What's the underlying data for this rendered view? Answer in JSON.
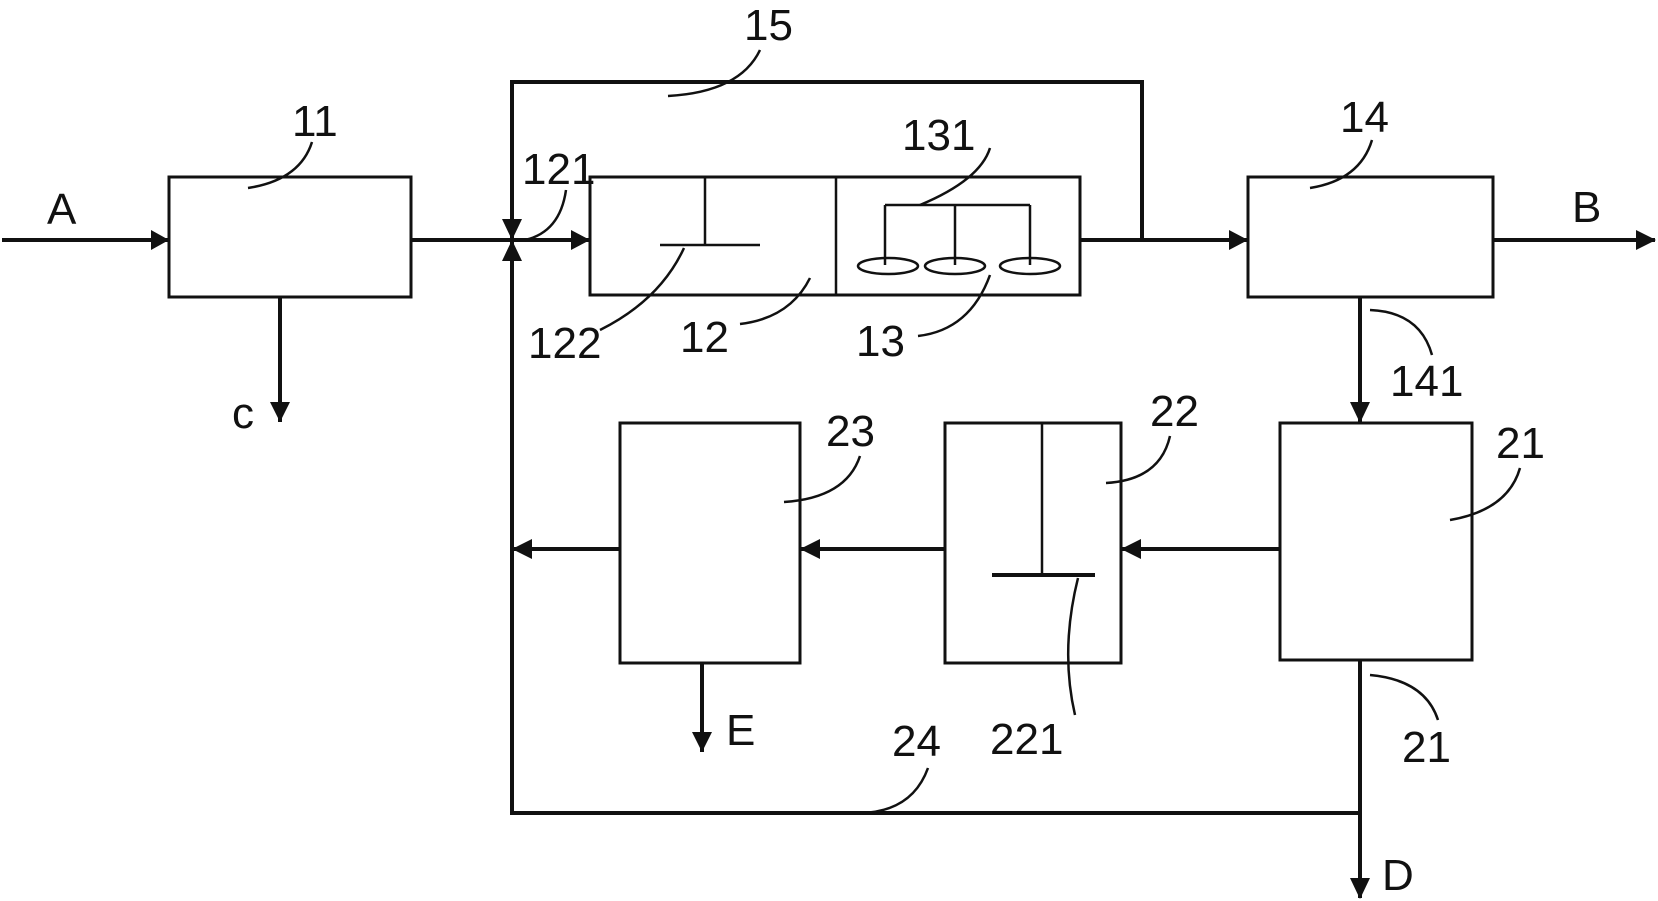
{
  "diagram": {
    "labels": {
      "A": "A",
      "B": "B",
      "C": "c",
      "D": "D",
      "E": "E",
      "n11": "11",
      "n12": "12",
      "n121": "121",
      "n122": "122",
      "n13": "13",
      "n131": "131",
      "n14": "14",
      "n141": "141",
      "n15": "15",
      "n21_block": "21",
      "n21_outlet": "21",
      "n22": "22",
      "n221": "221",
      "n23": "23",
      "n24": "24"
    }
  }
}
